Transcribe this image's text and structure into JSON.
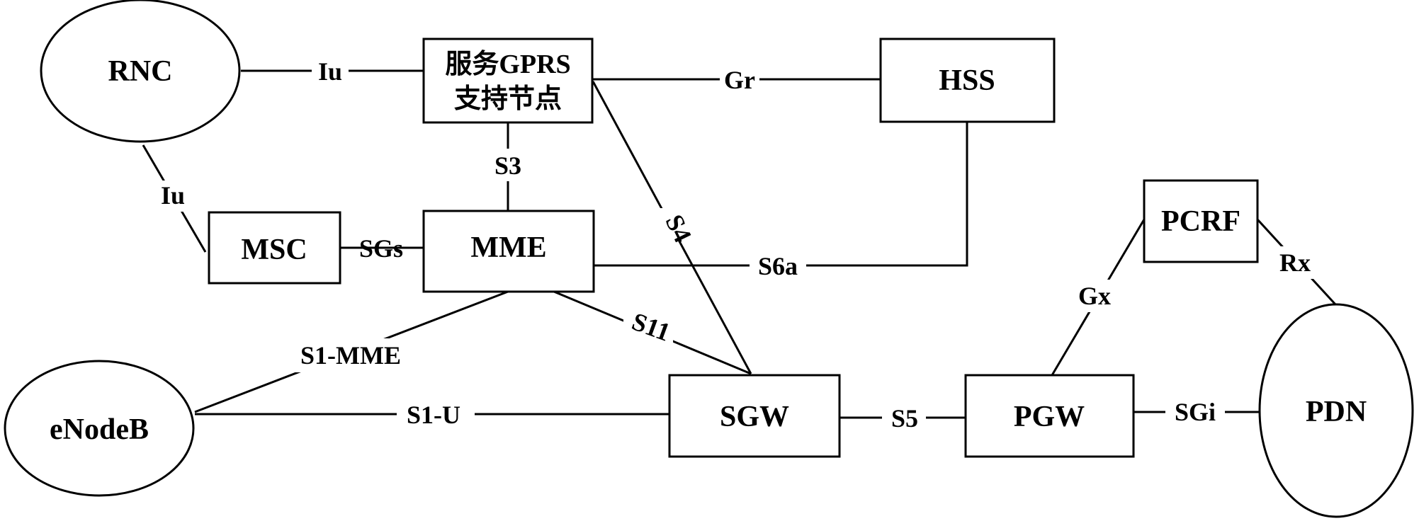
{
  "nodes": {
    "rnc": "RNC",
    "sgsn_line1": "服务GPRS",
    "sgsn_line2": "支持节点",
    "hss": "HSS",
    "msc": "MSC",
    "mme": "MME",
    "pcrf": "PCRF",
    "enodeb": "eNodeB",
    "sgw": "SGW",
    "pgw": "PGW",
    "pdn": "PDN"
  },
  "interfaces": {
    "iu_rnc_sgsn": "Iu",
    "iu_rnc_msc": "Iu",
    "gr": "Gr",
    "s3": "S3",
    "s4": "S4",
    "sgs": "SGs",
    "s6a": "S6a",
    "s11": "S11",
    "s1_mme": "S1-MME",
    "s1_u": "S1-U",
    "s5": "S5",
    "gx": "Gx",
    "rx": "Rx",
    "sgi": "SGi"
  }
}
